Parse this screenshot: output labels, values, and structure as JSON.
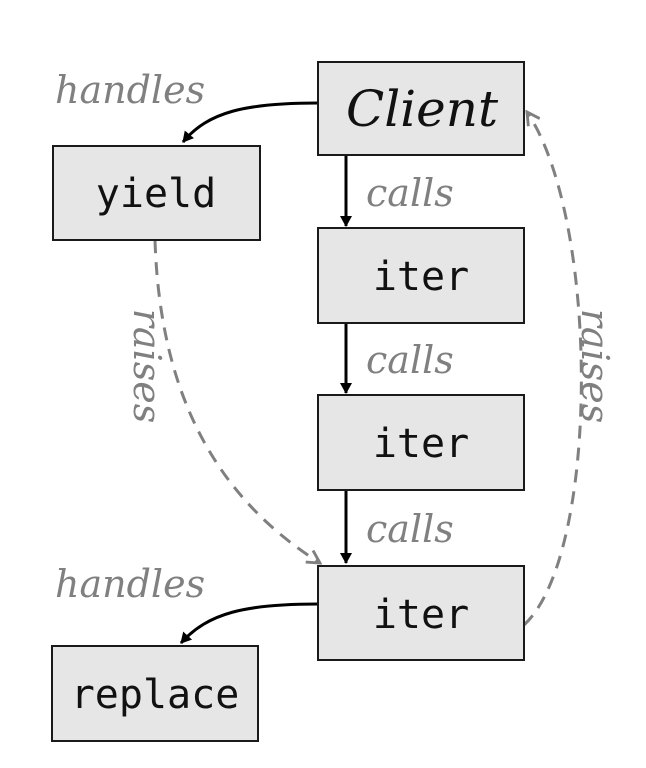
{
  "nodes": {
    "client": {
      "label": "Client"
    },
    "yield": {
      "label": "yield"
    },
    "iter1": {
      "label": "iter"
    },
    "iter2": {
      "label": "iter"
    },
    "iter3": {
      "label": "iter"
    },
    "replace": {
      "label": "replace"
    }
  },
  "edges": {
    "client_handles": {
      "label": "handles"
    },
    "client_calls_iter1": {
      "label": "calls"
    },
    "iter1_calls_iter2": {
      "label": "calls"
    },
    "iter2_calls_iter3": {
      "label": "calls"
    },
    "yield_raises": {
      "label": "raises"
    },
    "iter3_raises": {
      "label": "raises"
    },
    "iter3_handles": {
      "label": "handles"
    }
  },
  "colors": {
    "box_fill": "#e6e6e6",
    "box_stroke": "#1a1a1a",
    "solid_edge": "#000000",
    "dashed_edge": "#808080",
    "label_text": "#808080"
  }
}
